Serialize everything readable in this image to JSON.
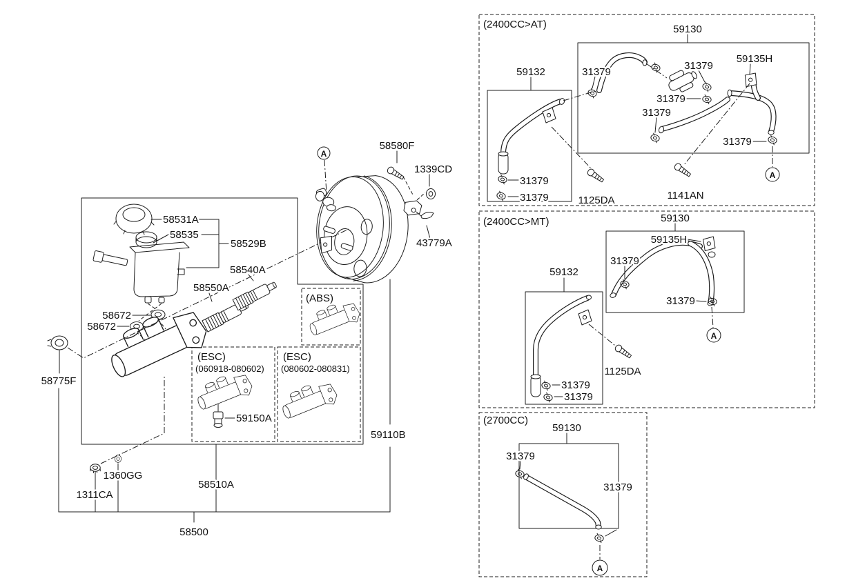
{
  "colors": {
    "line": "#1d1d1d",
    "background": "#ffffff"
  },
  "main_assembly": {
    "view_marker": "A",
    "labels": {
      "cap": "58531A",
      "reservoir": "58535",
      "reservoir_assembly": "58529B",
      "primary_piston": "58540A",
      "secondary_piston": "58550A",
      "grommet_upper": "58672",
      "grommet_lower": "58672",
      "connector_plug": "58775F",
      "booster_bolt": "58580F",
      "booster_nut": "1339CD",
      "fork_clip": "43779A",
      "booster_assembly": "59110B",
      "abs_caption": "(ABS)",
      "esc1_caption": "(ESC)",
      "esc1_range": "(060918-080602)",
      "esc2_caption": "(ESC)",
      "esc2_range": "(080602-080831)",
      "pressure_screw": "59150A",
      "mounting_nut": "1311CA",
      "washer": "1360GG",
      "master_cylinder": "58510A",
      "master_cylinder_kit": "58500"
    }
  },
  "panel_2400cc_at": {
    "caption": "(2400CC>AT)",
    "view_marker": "A",
    "labels": {
      "hose_assembly": "59130",
      "hose": "59132",
      "bracket": "59135H",
      "clamp_1": "31379",
      "clamp_2": "31379",
      "clamp_3": "31379",
      "clamp_4": "31379",
      "clamp_5": "31379",
      "clamp_6": "31379",
      "clamp_7": "31379",
      "bolt_flange": "1125DA",
      "bolt_washer": "1141AN"
    }
  },
  "panel_2400cc_mt": {
    "caption": "(2400CC>MT)",
    "view_marker": "A",
    "labels": {
      "hose_assembly": "59130",
      "hose": "59132",
      "bracket": "59135H",
      "clamp_1": "31379",
      "clamp_2": "31379",
      "clamp_3": "31379",
      "clamp_4": "31379",
      "bolt_flange": "1125DA"
    }
  },
  "panel_2700cc": {
    "caption": "(2700CC)",
    "view_marker": "A",
    "labels": {
      "hose_assembly": "59130",
      "clamp_1": "31379",
      "clamp_2": "31379"
    }
  }
}
